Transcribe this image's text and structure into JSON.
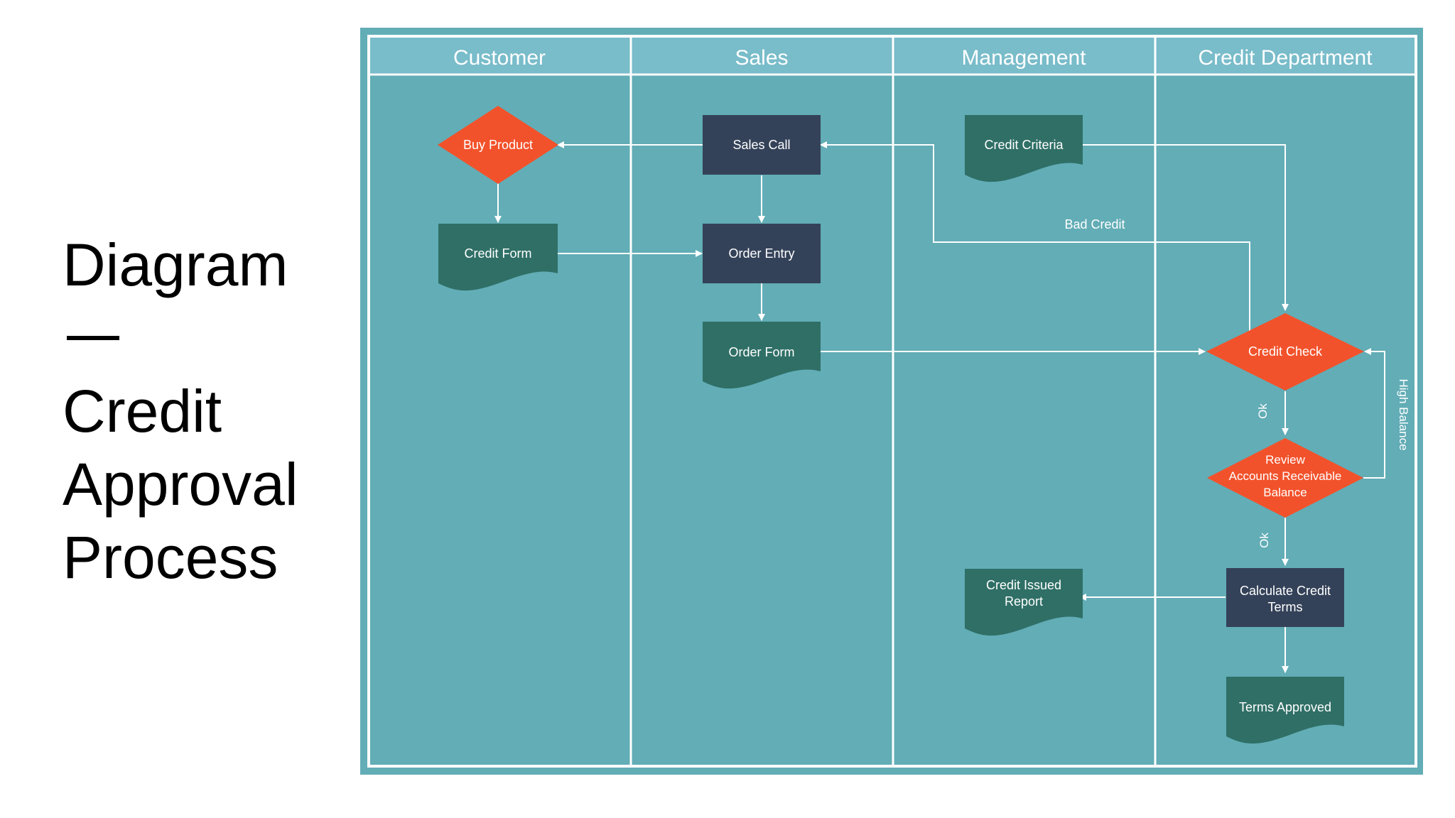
{
  "slide": {
    "title_line1": "Diagram",
    "title_line2": "—",
    "title_line3": "Credit",
    "title_line4": "Approval",
    "title_line5": "Process"
  },
  "lanes": [
    "Customer",
    "Sales",
    "Management",
    "Credit Department"
  ],
  "nodes": {
    "buy_product": "Buy Product",
    "credit_form": "Credit Form",
    "sales_call": "Sales Call",
    "order_entry": "Order Entry",
    "order_form": "Order Form",
    "credit_criteria": "Credit Criteria",
    "credit_issued_report": [
      "Credit Issued",
      "Report"
    ],
    "credit_check": "Credit Check",
    "review_balance": [
      "Review",
      "Accounts Receivable",
      "Balance"
    ],
    "calculate_terms": [
      "Calculate Credit",
      "Terms"
    ],
    "terms_approved": "Terms Approved"
  },
  "edge_labels": {
    "bad_credit": "Bad Credit",
    "ok_1": "Ok",
    "ok_2": "Ok",
    "high_balance": "High Balance"
  },
  "colors": {
    "background": "#62adb6",
    "lane_header": "#79bcca",
    "decision": "#f2522b",
    "process": "#344259",
    "document": "#2f6f66",
    "line": "#ffffff"
  }
}
